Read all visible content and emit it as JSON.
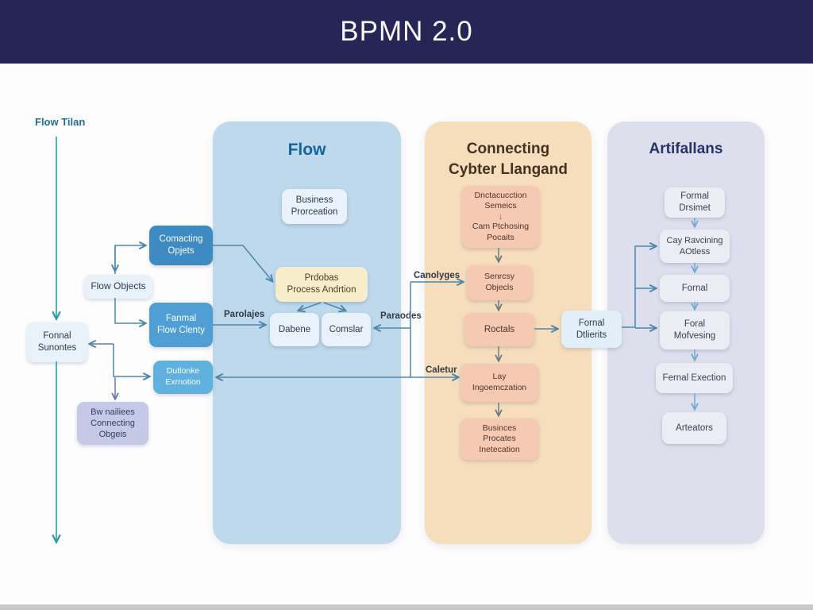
{
  "header": {
    "title": "BPMN 2.0"
  },
  "left_lane": {
    "lane_label": "Flow Tilan",
    "connecting_objects": "Comacting\nOpjets",
    "flow_objects": "Flow Objects",
    "formal_flow_clenty": "Fanmal\nFlow Clenty",
    "formal_sonontes": "Fonnal\nSunontes",
    "dutlonke_exrnotion": "Dutlonke\nExrnotion",
    "bw_connecting": "Bw nailiees\nConnecting\nObgeis"
  },
  "edge_labels": {
    "parolajes": "Parolajes",
    "canolyges": "Canolyges",
    "paraodes": "Paraodes",
    "caletur": "Caletur"
  },
  "flow_panel": {
    "title": "Flow",
    "business": "Business\nProrceation",
    "process_andrtion": "Prdobas\nProcess Andrtion",
    "dabene": "Dabene",
    "comslar": "Comslar"
  },
  "connecting_panel": {
    "title": "Connecting\nCybter Llangand",
    "b1_top": "Dnctacucction\nSemeics",
    "b1_arrow": "↓",
    "b1_bottom": "Cam Ptchosing\nPocaits",
    "b2": "Senrcsy\nObjecls",
    "b3": "Roctals",
    "b4": "Lay\nIngoemczation",
    "b5": "Businces\nProcates\nInetecation"
  },
  "bridge": {
    "fornal_dtlierits": "Fornal\nDtlierits"
  },
  "artifacts_panel": {
    "title": "Artifallans",
    "b1": "Formal\nDrsimet",
    "b2": "Cay Ravcining\nAOtless",
    "b3": "Fornal",
    "b4": "Foral\nMofvesing",
    "b5": "Fernal Exection",
    "b6": "Arteators"
  },
  "colors": {
    "header_navy": "#272456",
    "panel_flow": "#BDD9EB",
    "panel_connecting": "#F6DDBB",
    "panel_artifacts": "#DDDFEC",
    "node_blue": "#3E8BC3",
    "node_light_blue": "#60B1DD",
    "node_orange": "#F5C9B2",
    "node_lavender": "#C6C9E6",
    "node_yellow": "#F8EDCA",
    "connector_blue": "#4E86AC",
    "connector_teal": "#2E9CA6"
  }
}
